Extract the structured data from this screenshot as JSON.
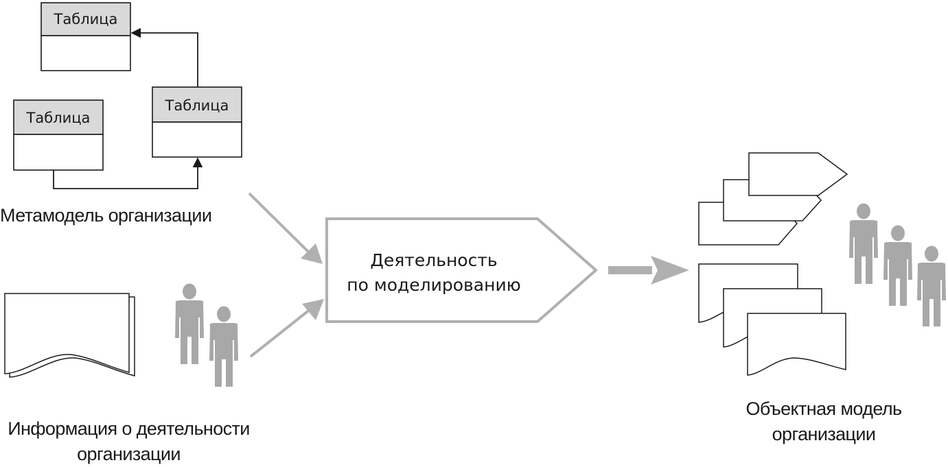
{
  "tables": {
    "table_top": "Таблица",
    "table_left": "Таблица",
    "table_right": "Таблица"
  },
  "labels": {
    "metamodel": "Метамодель организации",
    "info_line1": "Информация о деятельности",
    "info_line2": "организации",
    "process_line1": "Деятельность",
    "process_line2": "по моделированию",
    "object_model_line1": "Объектная модель",
    "object_model_line2": "организации"
  },
  "colors": {
    "arrow_gray": "#b0b0b0",
    "person_gray": "#a8a8a8",
    "table_header": "#d9d9d9",
    "stroke": "#1a1a1a"
  },
  "icons": {
    "people": "person-icon",
    "documents": "document-icon"
  }
}
